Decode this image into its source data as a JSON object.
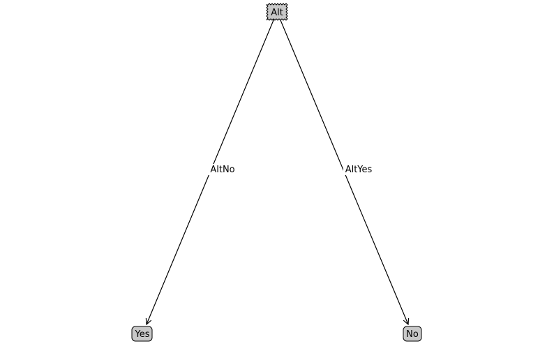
{
  "tree": {
    "root": {
      "label": "Alt",
      "fill": "#c8c8c8",
      "shape": "sawtooth-box"
    },
    "leaves": [
      {
        "label": "Yes",
        "fill": "#c8c8c8",
        "shape": "round-box"
      },
      {
        "label": "No",
        "fill": "#c8c8c8",
        "shape": "round-box"
      }
    ],
    "edges": [
      {
        "label": "AltNo",
        "from": "Alt",
        "to": "Yes"
      },
      {
        "label": "AltYes",
        "from": "Alt",
        "to": "No"
      }
    ],
    "line_color": "#000000"
  }
}
